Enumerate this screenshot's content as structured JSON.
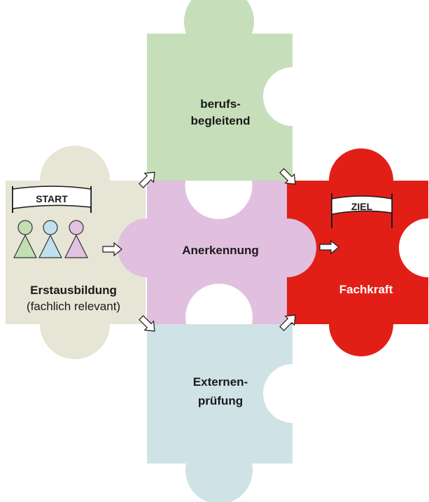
{
  "colors": {
    "green": "#c6dfba",
    "pink": "#e1bfde",
    "beige": "#e6e5d6",
    "blue": "#cfe2e6",
    "red": "#e21f17",
    "person_green": "#c2dfb4",
    "person_blue": "#bfe0ec",
    "person_pink": "#e2c2e2"
  },
  "pieces": {
    "top_label_line1": "berufs-",
    "top_label_line2": "begleitend",
    "center_label": "Anerkennung",
    "left_label": "Erstausbildung",
    "left_sublabel": "(fachlich relevant)",
    "bottom_label_line1": "Externen-",
    "bottom_label_line2": "prüfung",
    "right_label": "Fachkraft"
  },
  "flags": {
    "start": "START",
    "goal": "ZIEL"
  },
  "icons": [
    "arrow-icon",
    "person-icon",
    "flag-icon"
  ]
}
